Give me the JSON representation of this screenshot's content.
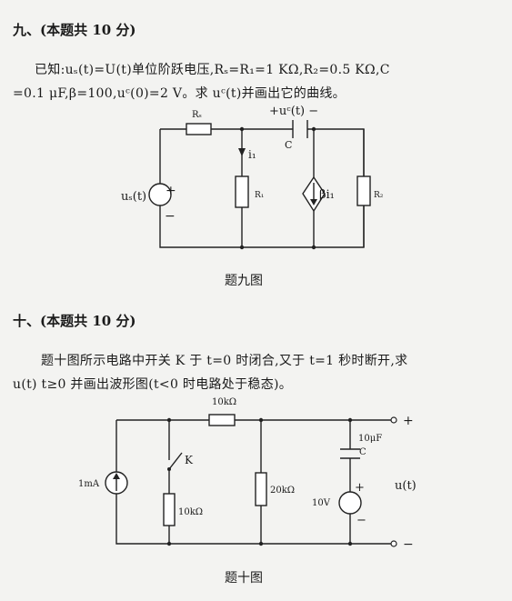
{
  "p9": {
    "heading": "九、(本题共 10 分)",
    "line1": "已知:uₛ(t)=U(t)单位阶跃电压,Rₛ=R₁=1 KΩ,R₂=0.5 KΩ,C",
    "line2": "=0.1 μF,β=100,uᶜ(0)=2 V。求 uᶜ(t)并画出它的曲线。",
    "caption": "题九图",
    "circuit": {
      "Rs": "Rₛ",
      "uc": "+uᶜ(t) −",
      "C": "C",
      "i1": "i₁",
      "R1": "R₁",
      "beta": "βi₁",
      "R2": "R₂",
      "us": "uₛ(t)",
      "plus": "+",
      "minus": "−"
    }
  },
  "p10": {
    "heading": "十、(本题共 10 分)",
    "line1": "题十图所示电路中开关 K 于 t=0 时闭合,又于 t=1 秒时断开,求",
    "line2": "u(t) t≥0 并画出波形图(t<0 时电路处于稳态)。",
    "caption": "题十图",
    "circuit": {
      "r_top": "10kΩ",
      "K": "K",
      "src": "1mA",
      "r_k": "10kΩ",
      "r_mid": "20kΩ",
      "cap": "10μF",
      "C": "C",
      "v": "10V",
      "plus": "+",
      "minus": "−",
      "u": "u(t)",
      "out_plus": "+",
      "out_minus": "−"
    }
  }
}
